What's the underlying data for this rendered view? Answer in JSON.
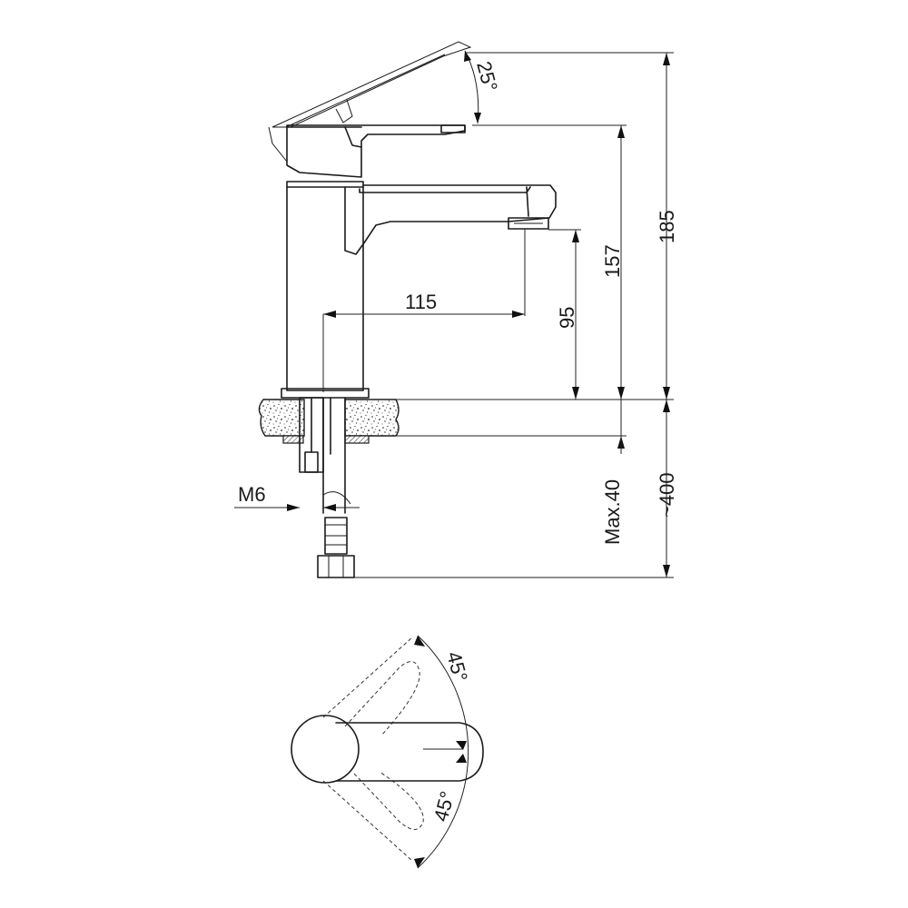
{
  "dimensions": {
    "lever_angle": "25°",
    "total_height": "185",
    "spout_height": "157",
    "outlet_height": "95",
    "spout_reach": "115",
    "thread": "M6",
    "max_deck": "Max.40",
    "hose_length": "~400",
    "rotation_top": "45°",
    "rotation_bottom": "45°"
  }
}
